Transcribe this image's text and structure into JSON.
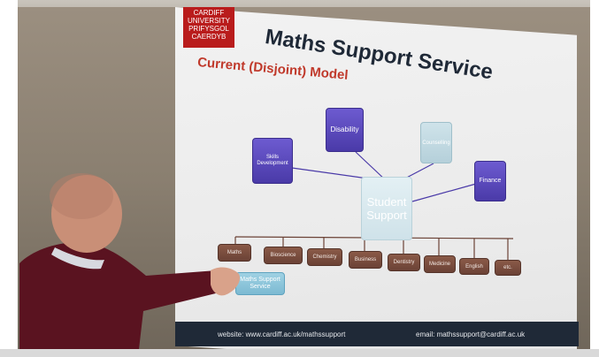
{
  "slide": {
    "logo_lines": [
      "CARDIFF",
      "UNIVERSITY",
      "PRIFYSGOL",
      "CAERDYB"
    ],
    "title": "Maths Support Service",
    "subtitle": "Current (Disjoint) Model",
    "center_node": "Student Support",
    "top_nodes": {
      "disability": "Disability",
      "skills": "Skills Development",
      "counselling": "Counselling",
      "finance": "Finance"
    },
    "departments": [
      "Maths",
      "Bioscience",
      "Chemistry",
      "Business",
      "Dentistry",
      "Medicine",
      "English",
      "etc."
    ],
    "maths_support": "Maths Support Service",
    "footer_website": "website: www.cardiff.ac.uk/mathssupport",
    "footer_email": "email: mathssupport@cardiff.ac.uk"
  },
  "colors": {
    "title": "#1f2937",
    "subtitle": "#c0392b",
    "node_purple": "#5b4bc4",
    "node_light": "#c3dbe4",
    "dept_brown": "#7a4c3e",
    "support_blue": "#8cc6dc",
    "logo_red": "#b91c1c"
  }
}
